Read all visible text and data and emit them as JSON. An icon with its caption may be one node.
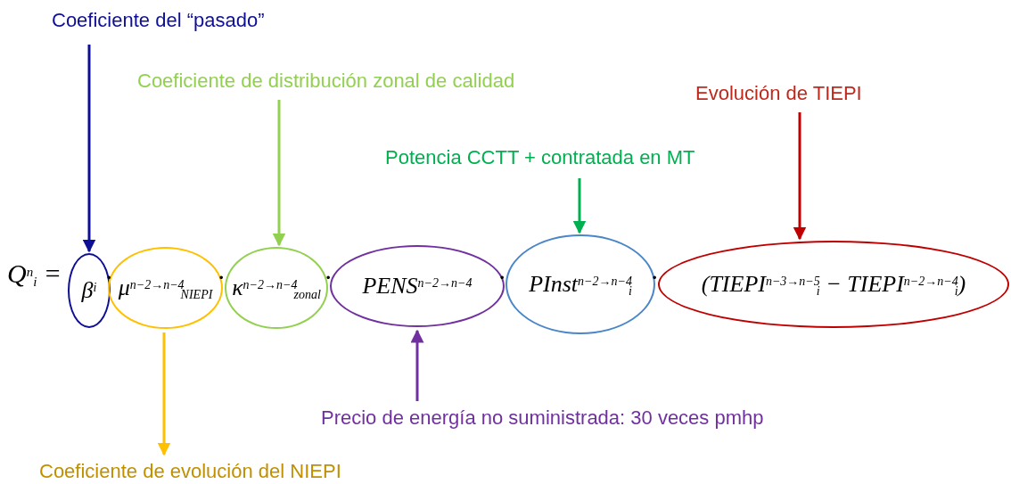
{
  "diagram": {
    "nodes": [
      {
        "text": [
          "Coeficiente del “pasado”"
        ]
      },
      {
        "text": [
          "Coeficiente de distribución zonal de calidad"
        ]
      },
      {
        "text": [
          "Evolución de TIEPI"
        ]
      },
      {
        "text": [
          "Potencia CCTT + contratada en MT"
        ]
      },
      {
        "text": [
          "Precio de energía no suministrada: 30 veces pmhp"
        ]
      },
      {
        "text": [
          "Coeficiente de evolución del NIEPI"
        ]
      },
      {
        "text": [
          "β$^{i}$"
        ]
      },
      {
        "text": [
          "μ$^{n−2→n−4}$$_{NIEPI}$"
        ]
      },
      {
        "text": [
          "κ$^{n−2→n−4}$$_{zonal}$"
        ]
      },
      {
        "text": [
          "PENS$^{n−2→n−4}$"
        ]
      },
      {
        "text": [
          "PInst$^{n−2→n−4}$$_{i}$"
        ]
      },
      {
        "text": [
          "(TIEPI$^{n−3→n−5}$$_{i}$ − TIEPI$^{n−2→n−4}$$_{i}$)"
        ]
      }
    ],
    "edges": [
      {
        "from": 0,
        "to": 6,
        "arrow": "to",
        "color": "#0f0f96"
      },
      {
        "from": 1,
        "to": 8,
        "arrow": "to",
        "color": "#92d050"
      },
      {
        "from": 2,
        "to": 11,
        "arrow": "to",
        "color": "#c00000"
      },
      {
        "from": 3,
        "to": 10,
        "arrow": "to",
        "color": "#00b050"
      },
      {
        "from": 4,
        "to": 9,
        "arrow": "to",
        "color": "#7030a0"
      },
      {
        "from": 7,
        "to": 5,
        "arrow": "to",
        "color": "#ffc000"
      }
    ],
    "labels": [
      "Q$^{n}$$_{i}$ =",
      "·",
      "·",
      "·",
      "·",
      "·"
    ]
  }
}
